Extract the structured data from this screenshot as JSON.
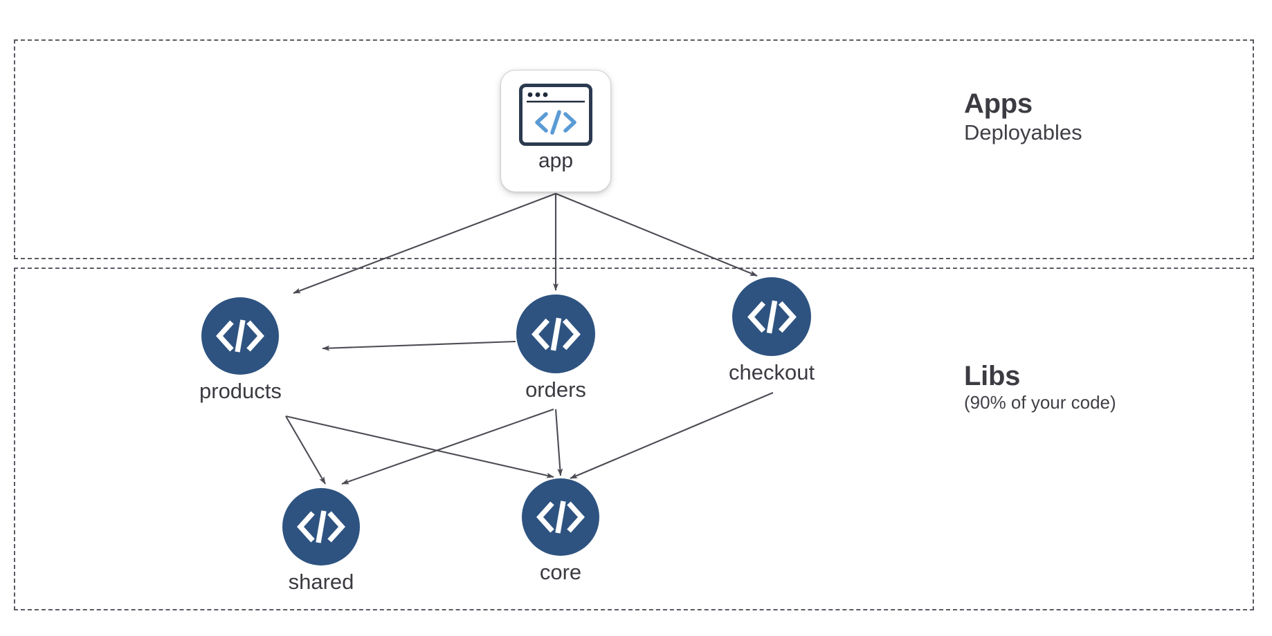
{
  "diagram": {
    "title": "Apps and Libs dependency graph",
    "background_color": "#ffffff",
    "node_fill": "#2e5380",
    "node_glyph_color": "#ffffff",
    "edge_color": "#4b4b53",
    "region_border_color": "#5a5a63",
    "text_color": "#3a3a41",
    "app_icon_accent": "#5b9bd5"
  },
  "regions": [
    {
      "id": "apps",
      "title": "Apps",
      "subtitle": "Deployables",
      "caption_style": "large"
    },
    {
      "id": "libs",
      "title": "Libs",
      "subtitle": "(90% of your code)",
      "caption_style": "small"
    }
  ],
  "nodes": [
    {
      "id": "app",
      "label": "app",
      "type": "app",
      "region": "apps",
      "icon": "browser-code-icon"
    },
    {
      "id": "products",
      "label": "products",
      "type": "lib",
      "region": "libs",
      "icon": "code-brackets-icon"
    },
    {
      "id": "orders",
      "label": "orders",
      "type": "lib",
      "region": "libs",
      "icon": "code-brackets-icon"
    },
    {
      "id": "checkout",
      "label": "checkout",
      "type": "lib",
      "region": "libs",
      "icon": "code-brackets-icon"
    },
    {
      "id": "shared",
      "label": "shared",
      "type": "lib",
      "region": "libs",
      "icon": "code-brackets-icon"
    },
    {
      "id": "core",
      "label": "core",
      "type": "lib",
      "region": "libs",
      "icon": "code-brackets-icon"
    }
  ],
  "edges": [
    {
      "from": "app",
      "to": "products"
    },
    {
      "from": "app",
      "to": "orders"
    },
    {
      "from": "app",
      "to": "checkout"
    },
    {
      "from": "orders",
      "to": "products"
    },
    {
      "from": "products",
      "to": "shared"
    },
    {
      "from": "products",
      "to": "core"
    },
    {
      "from": "orders",
      "to": "shared"
    },
    {
      "from": "orders",
      "to": "core"
    },
    {
      "from": "checkout",
      "to": "core"
    }
  ]
}
